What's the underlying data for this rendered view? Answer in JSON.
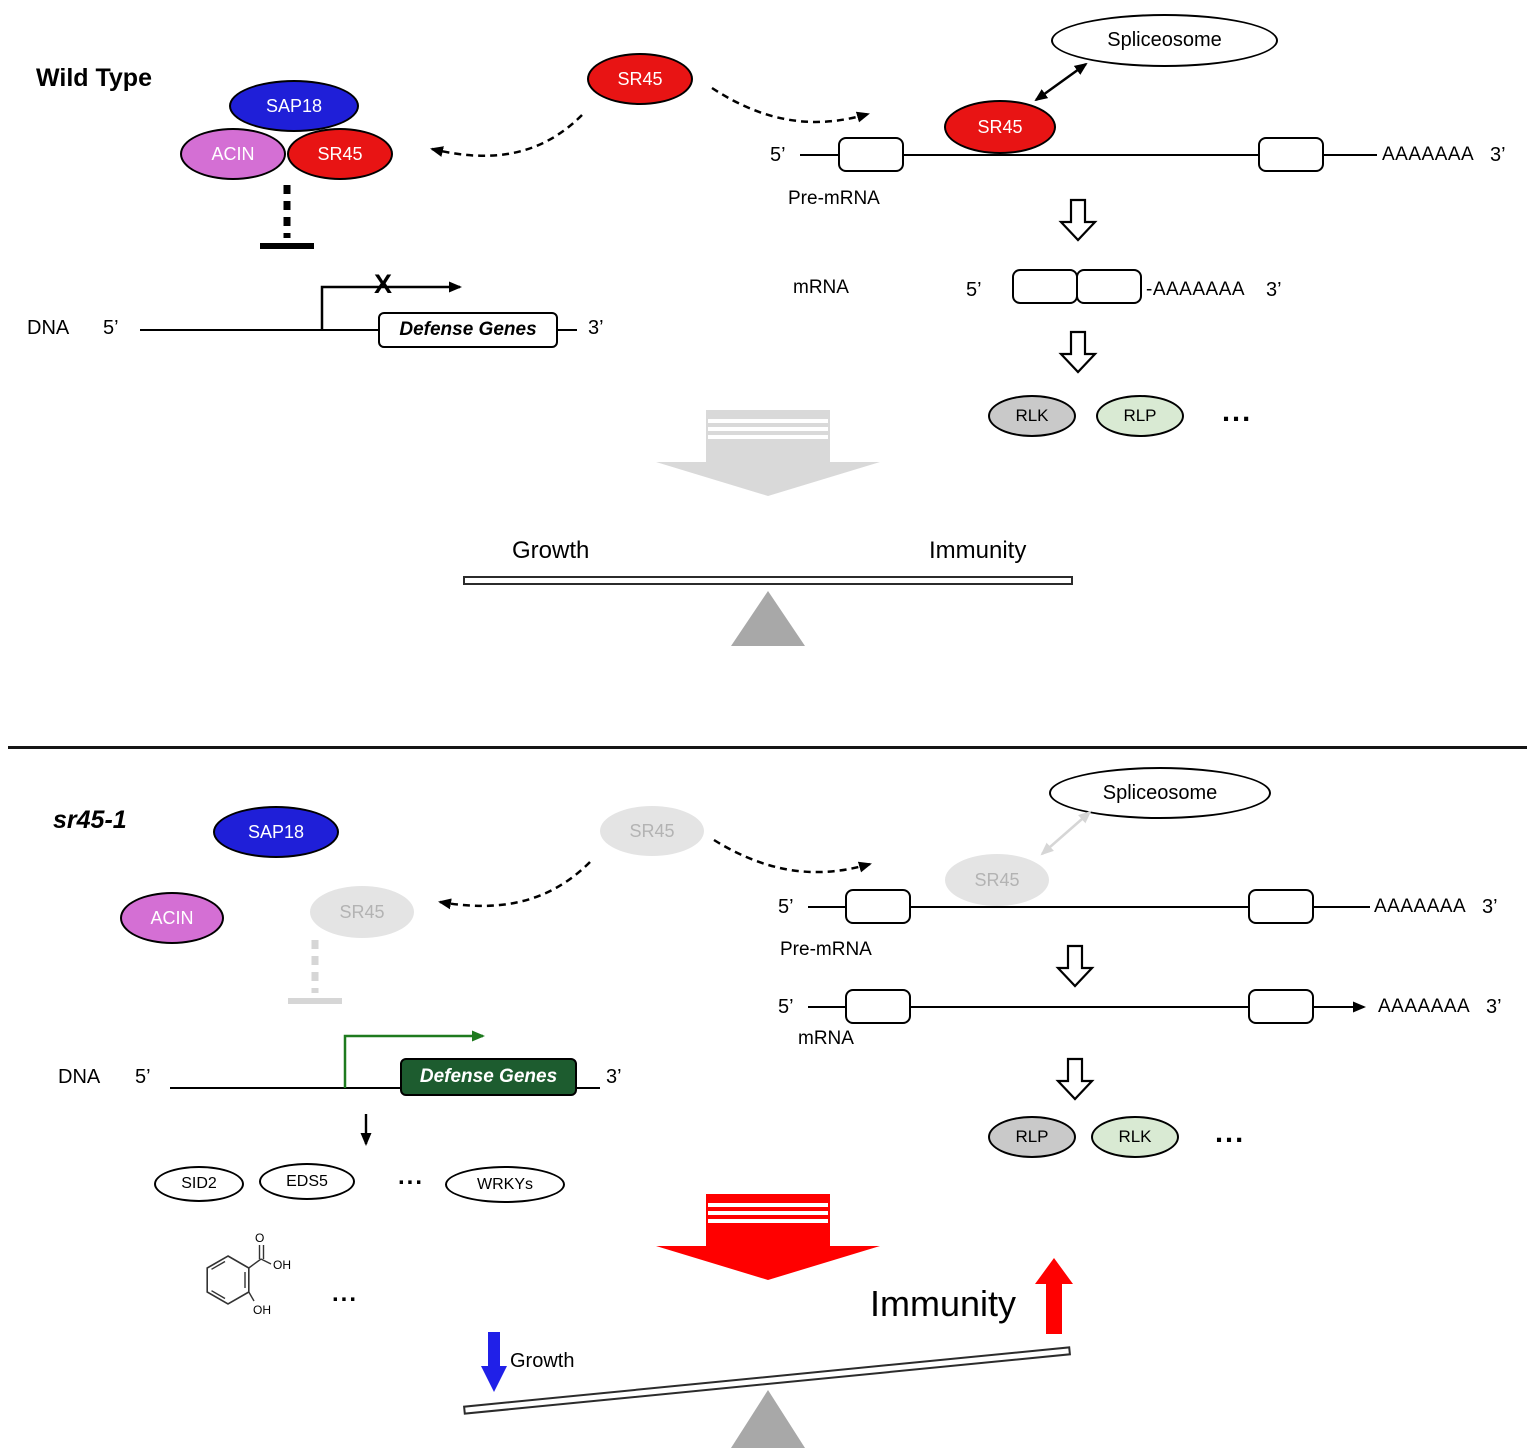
{
  "colors": {
    "red": "#e81414",
    "blue": "#1f1fd8",
    "orchid": "#d46fd4",
    "gray-oval": "#c9c9c9",
    "green-oval": "#d9ead3",
    "dark-green": "#1d5c2f",
    "green-arrow": "#1e7a1e",
    "faded-fill": "#e4e4e4",
    "faded-text": "#b3b3b3",
    "faded-line": "#d6d6d6",
    "big-gray": "#d9d9d9",
    "big-red": "#ff0000",
    "blue-arrow": "#2020e8",
    "fulcrum": "#a8a8a8"
  },
  "wild_type": {
    "title": "Wild Type",
    "complex": {
      "sap18": "SAP18",
      "acin": "ACIN",
      "sr45": "SR45"
    },
    "sr45_shuttle": "SR45",
    "dna": {
      "label": "DNA",
      "five_prime": "5’",
      "three_prime": "3’",
      "gene_box": "Defense Genes",
      "blocked_mark": "X"
    },
    "splicing": {
      "spliceosome": "Spliceosome",
      "sr45": "SR45",
      "pre_mrna": {
        "five_prime": "5’",
        "poly_a": "AAAAAAA",
        "three_prime": "3’",
        "label": "Pre-mRNA"
      },
      "mrna": {
        "label": "mRNA",
        "five_prime": "5’",
        "poly_a": "-AAAAAAA",
        "three_prime": "3’"
      },
      "receptor1": "RLK",
      "receptor2": "RLP",
      "dots": "..."
    },
    "balance": {
      "left": "Growth",
      "right": "Immunity"
    }
  },
  "mutant": {
    "title": "sr45-1",
    "complex": {
      "sap18": "SAP18",
      "acin": "ACIN",
      "sr45": "SR45"
    },
    "sr45_shuttle": "SR45",
    "dna": {
      "label": "DNA",
      "five_prime": "5’",
      "three_prime": "3’",
      "gene_box": "Defense Genes"
    },
    "defense_outputs": {
      "sid2": "SID2",
      "eds5": "EDS5",
      "dots": "...",
      "wrkys": "WRKYs"
    },
    "salicylic_acid": {
      "o": "O",
      "oh_carboxyl": "OH",
      "oh_ring": "OH",
      "dots": "..."
    },
    "splicing": {
      "spliceosome": "Spliceosome",
      "sr45": "SR45",
      "pre_mrna": {
        "five_prime": "5’",
        "poly_a": "AAAAAAA",
        "three_prime": "3’",
        "label": "Pre-mRNA"
      },
      "mrna": {
        "label": "mRNA",
        "five_prime": "5’",
        "poly_a": "AAAAAAA",
        "three_prime": "3’"
      },
      "receptor1": "RLP",
      "receptor2": "RLK",
      "dots": "..."
    },
    "balance": {
      "left": "Growth",
      "right": "Immunity"
    }
  }
}
